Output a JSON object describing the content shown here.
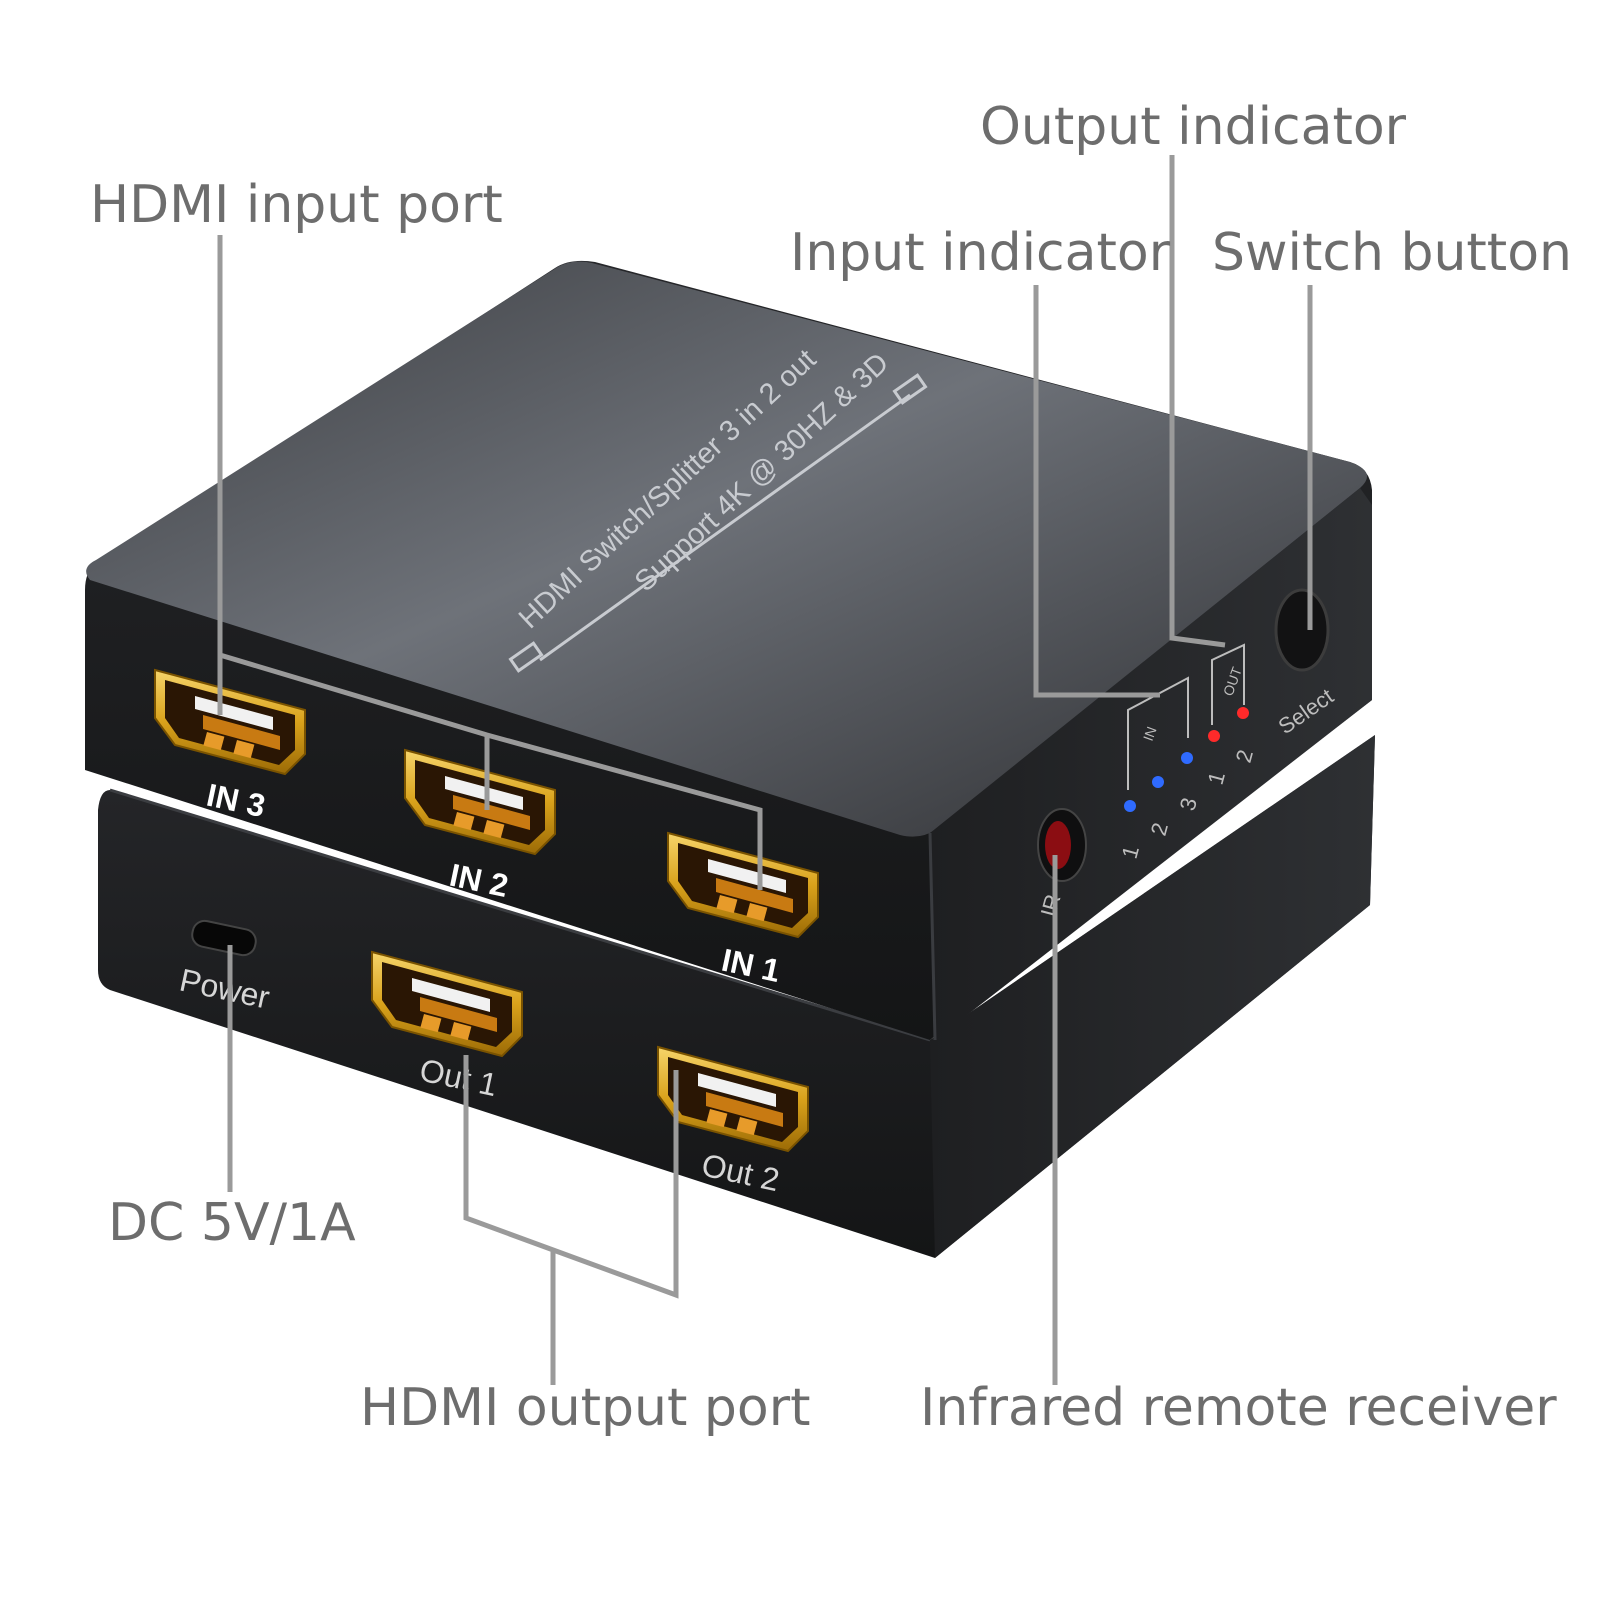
{
  "callouts": {
    "hdmi_input_port": "HDMI input port",
    "output_indicator": "Output indicator",
    "input_indicator": "Input indicator",
    "switch_button": "Switch button",
    "dc_power": "DC 5V/1A",
    "hdmi_output_port": "HDMI output port",
    "ir_receiver": "Infrared remote receiver"
  },
  "device": {
    "top_line1": "HDMI Switch/Splitter 3 in 2 out",
    "top_line2": "Support 4K @ 30HZ & 3D",
    "inputs": [
      "IN 3",
      "IN 2",
      "IN 1"
    ],
    "outputs": [
      "Out 1",
      "Out 2"
    ],
    "power_label": "Power",
    "ir_label": "IR",
    "select_label": "Select",
    "in_group_label": "IN",
    "in_numbers": [
      "1",
      "2",
      "3"
    ],
    "out_group_label": "OUT",
    "out_numbers": [
      "1",
      "2"
    ]
  },
  "colors": {
    "input_led": "#2f6bff",
    "output_led": "#ff2a2a",
    "port_gold": "#d9a21b",
    "body_dark": "#1b1c1e"
  }
}
